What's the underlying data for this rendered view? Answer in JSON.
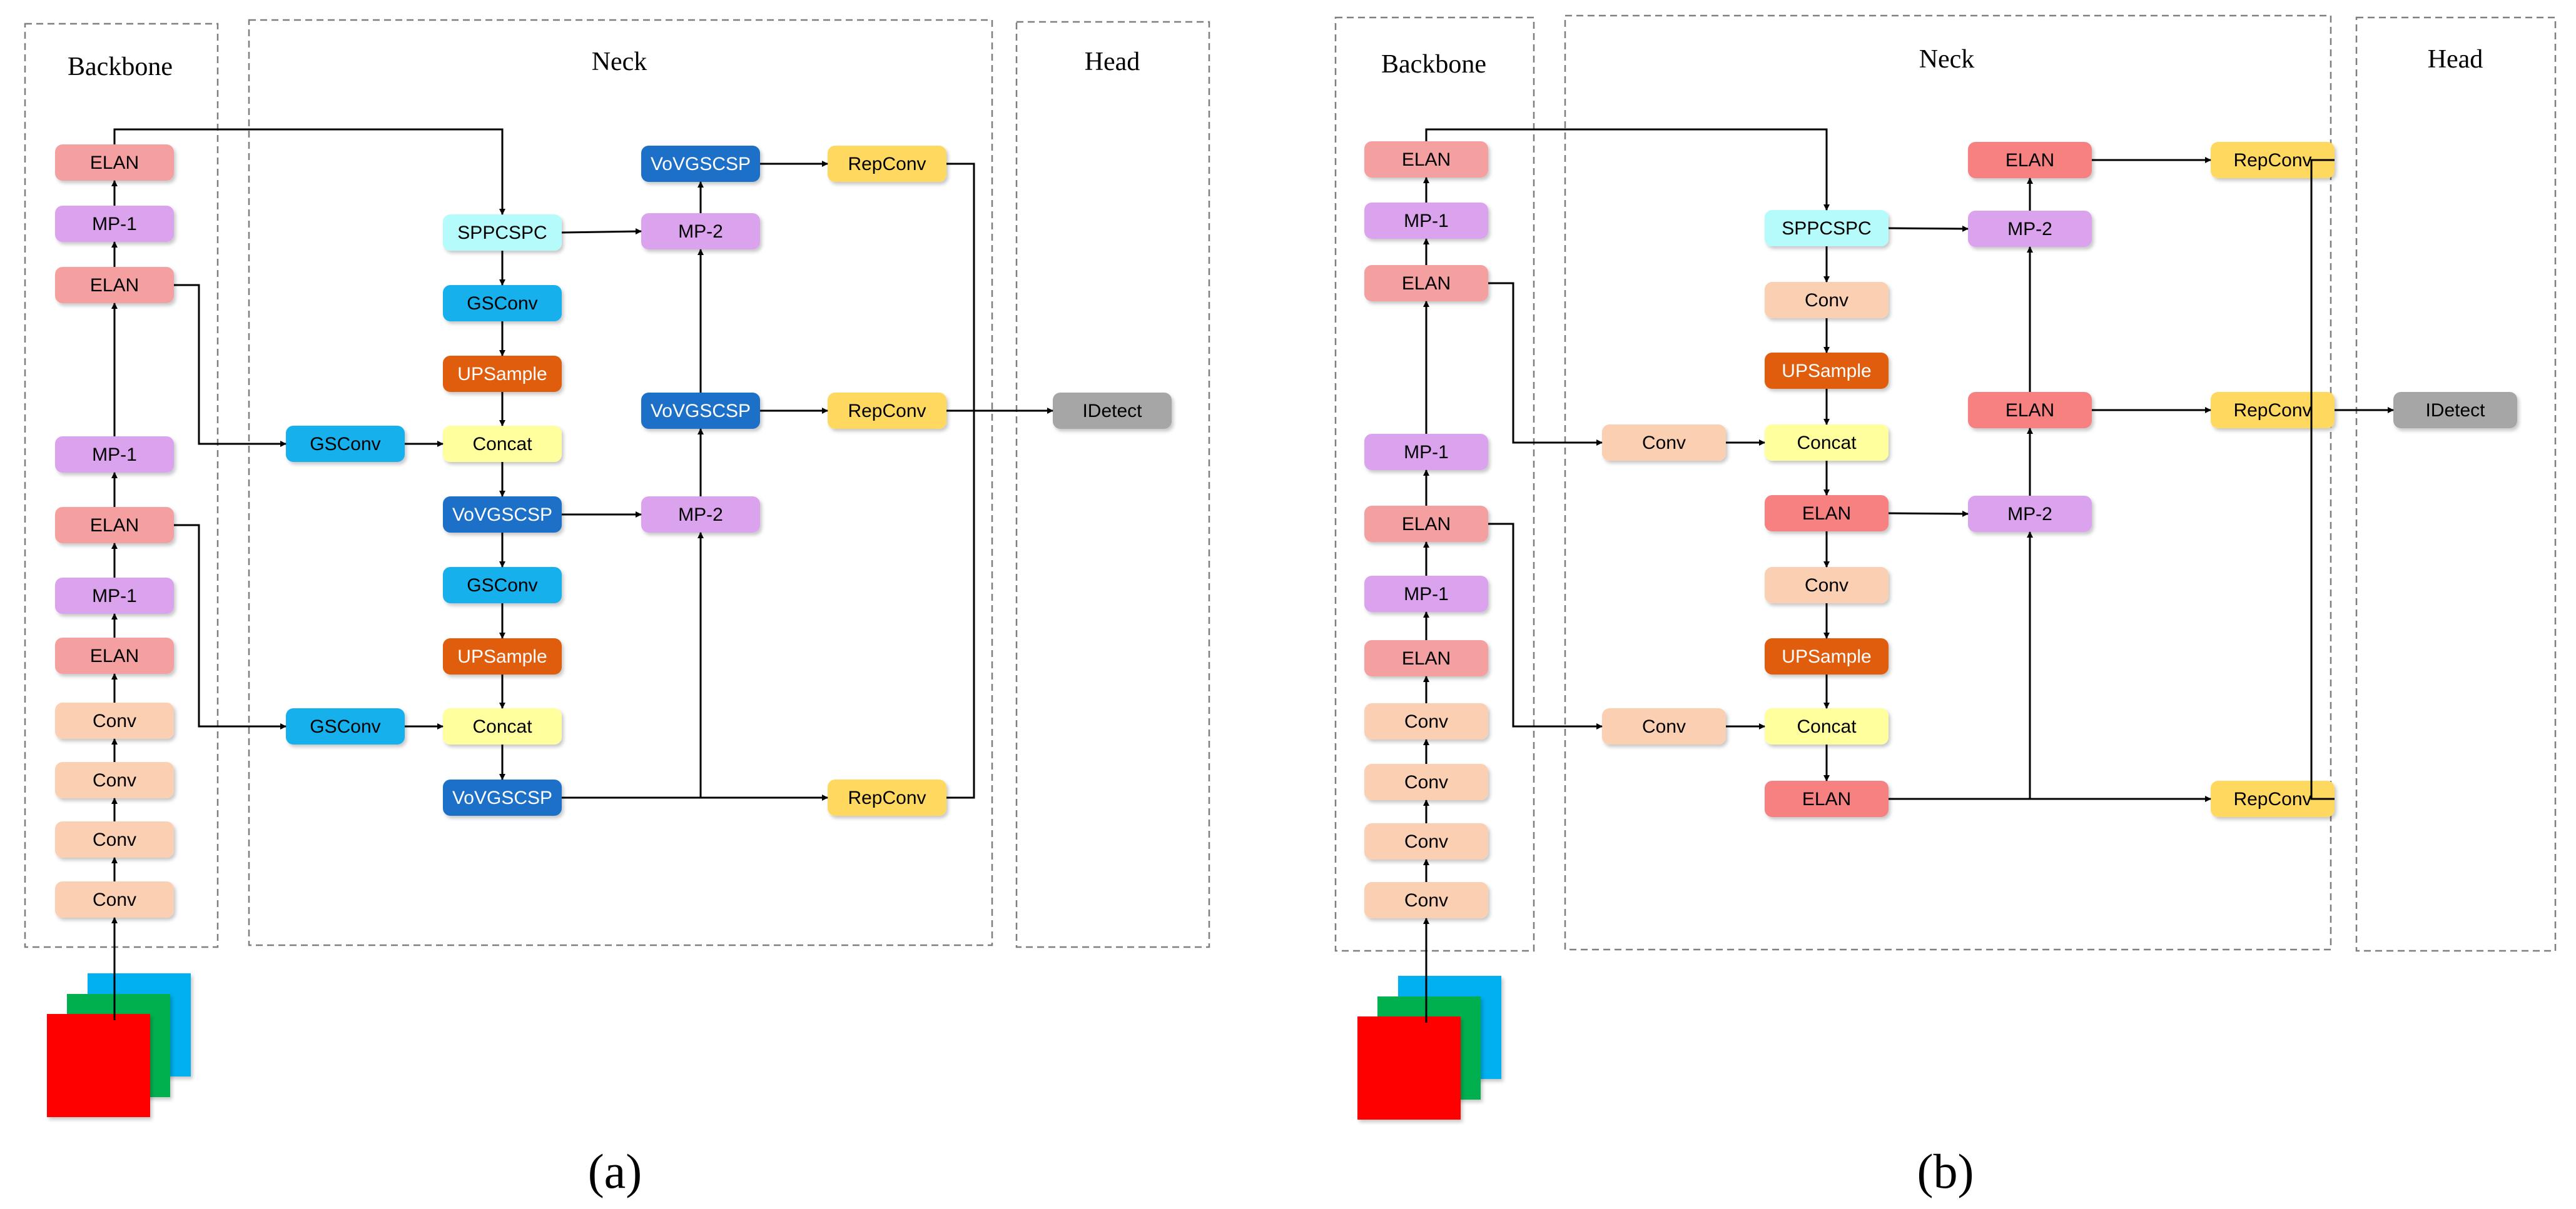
{
  "panels": [
    {
      "id": "a",
      "caption": "(a)",
      "sections": {
        "backbone": "Backbone",
        "neck": "Neck",
        "head": "Head"
      },
      "backbone": [
        {
          "label": "ELAN",
          "color": "elan"
        },
        {
          "label": "MP-1",
          "color": "mp"
        },
        {
          "label": "ELAN",
          "color": "elan"
        },
        {
          "label": "MP-1",
          "color": "mp"
        },
        {
          "label": "ELAN",
          "color": "elan"
        },
        {
          "label": "MP-1",
          "color": "mp"
        },
        {
          "label": "ELAN",
          "color": "elan"
        },
        {
          "label": "Conv",
          "color": "conv"
        },
        {
          "label": "Conv",
          "color": "conv"
        },
        {
          "label": "Conv",
          "color": "conv"
        },
        {
          "label": "Conv",
          "color": "conv"
        }
      ],
      "neck": {
        "lateral": [
          {
            "label": "GSConv",
            "color": "gsconv"
          },
          {
            "label": "GSConv",
            "color": "gsconv"
          }
        ],
        "topdown": [
          {
            "label": "SPPCSPC",
            "color": "sppcspc"
          },
          {
            "label": "GSConv",
            "color": "gsconv"
          },
          {
            "label": "UPSample",
            "color": "upsample"
          },
          {
            "label": "Concat",
            "color": "concat"
          },
          {
            "label": "VoVGSCSP",
            "color": "vov"
          },
          {
            "label": "GSConv",
            "color": "gsconv"
          },
          {
            "label": "UPSample",
            "color": "upsample"
          },
          {
            "label": "Concat",
            "color": "concat"
          },
          {
            "label": "VoVGSCSP",
            "color": "vov"
          }
        ],
        "bottomup": [
          {
            "label": "VoVGSCSP",
            "color": "vov"
          },
          {
            "label": "MP-2",
            "color": "mp"
          },
          {
            "label": "VoVGSCSP",
            "color": "vov"
          },
          {
            "label": "MP-2",
            "color": "mp"
          }
        ],
        "repconv": [
          {
            "label": "RepConv",
            "color": "repconv"
          },
          {
            "label": "RepConv",
            "color": "repconv"
          },
          {
            "label": "RepConv",
            "color": "repconv"
          }
        ]
      },
      "head": {
        "label": "IDetect",
        "color": "idetect"
      }
    },
    {
      "id": "b",
      "caption": "(b)",
      "sections": {
        "backbone": "Backbone",
        "neck": "Neck",
        "head": "Head"
      },
      "backbone": [
        {
          "label": "ELAN",
          "color": "elan"
        },
        {
          "label": "MP-1",
          "color": "mp"
        },
        {
          "label": "ELAN",
          "color": "elan"
        },
        {
          "label": "MP-1",
          "color": "mp"
        },
        {
          "label": "ELAN",
          "color": "elan"
        },
        {
          "label": "MP-1",
          "color": "mp"
        },
        {
          "label": "ELAN",
          "color": "elan"
        },
        {
          "label": "Conv",
          "color": "conv"
        },
        {
          "label": "Conv",
          "color": "conv"
        },
        {
          "label": "Conv",
          "color": "conv"
        },
        {
          "label": "Conv",
          "color": "conv"
        }
      ],
      "neck": {
        "lateral": [
          {
            "label": "Conv",
            "color": "conv"
          },
          {
            "label": "Conv",
            "color": "conv"
          }
        ],
        "topdown": [
          {
            "label": "SPPCSPC",
            "color": "sppcspc"
          },
          {
            "label": "Conv",
            "color": "conv"
          },
          {
            "label": "UPSample",
            "color": "upsample"
          },
          {
            "label": "Concat",
            "color": "concat"
          },
          {
            "label": "ELAN",
            "color": "elanRed"
          },
          {
            "label": "Conv",
            "color": "conv"
          },
          {
            "label": "UPSample",
            "color": "upsample"
          },
          {
            "label": "Concat",
            "color": "concat"
          },
          {
            "label": "ELAN",
            "color": "elanRed"
          }
        ],
        "bottomup": [
          {
            "label": "ELAN",
            "color": "elanRed"
          },
          {
            "label": "MP-2",
            "color": "mp"
          },
          {
            "label": "ELAN",
            "color": "elanRed"
          },
          {
            "label": "MP-2",
            "color": "mp"
          }
        ],
        "repconv": [
          {
            "label": "RepConv",
            "color": "repconv"
          },
          {
            "label": "RepConv",
            "color": "repconv"
          },
          {
            "label": "RepConv",
            "color": "repconv"
          }
        ]
      },
      "head": {
        "label": "IDetect",
        "color": "idetect"
      }
    }
  ],
  "colors": {
    "elan": "#f4a0a0",
    "elanRed": "#f78080",
    "mp": "#dba2ee",
    "conv": "#fbcfb2",
    "gsconv": "#13b0ec",
    "sppcspc": "#b5fbfc",
    "upsample": "#e05d10",
    "concat": "#ffff9e",
    "vov": "#1e70c8",
    "repconv": "#ffd95e",
    "idetect": "#a6a6a6",
    "inputRed": "#ff0000",
    "inputGreen": "#00b050",
    "inputBlue": "#00b0f0",
    "textDark": "#000000",
    "textLight": "#ffffff"
  }
}
